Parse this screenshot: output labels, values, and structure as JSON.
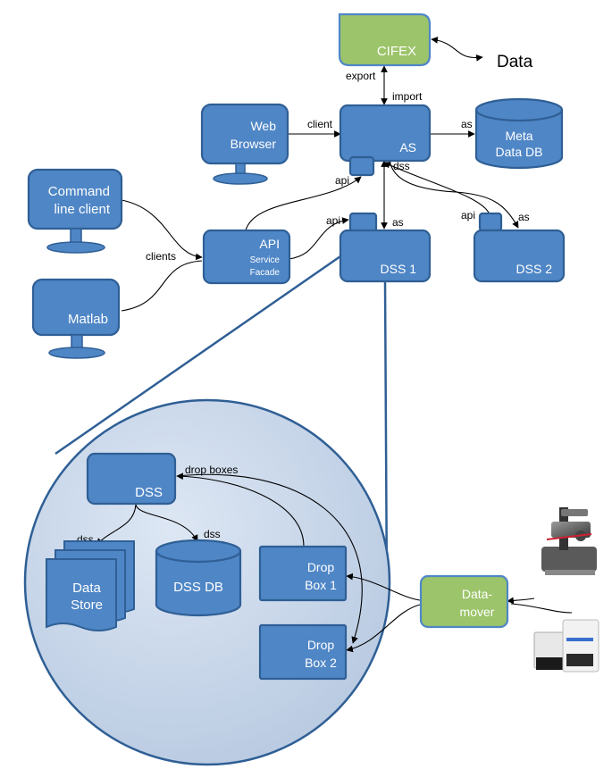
{
  "nodes": {
    "cifex": "CIFEX",
    "web_browser": [
      "Web",
      "Browser"
    ],
    "as": "AS",
    "meta_db": [
      "Meta",
      "Data DB"
    ],
    "cmd_client": [
      "Command",
      "line client"
    ],
    "matlab": "Matlab",
    "api_facade": [
      "API",
      "Service",
      "Facade"
    ],
    "dss1": "DSS 1",
    "dss2": "DSS 2",
    "dss": "DSS",
    "data_store": [
      "Data",
      "Store"
    ],
    "dss_db": "DSS DB",
    "drop_box1": [
      "Drop",
      "Box 1"
    ],
    "drop_box2": [
      "Drop",
      "Box 2"
    ],
    "datamover": [
      "Data-",
      "mover"
    ]
  },
  "labels": {
    "data": "Data",
    "export": "export",
    "import": "import",
    "client": "client",
    "as_meta": "as",
    "api_as": "api",
    "dss_as": "dss",
    "clients": "clients",
    "api_dss1": "api",
    "as_dss1": "as",
    "api_dss2": "api",
    "as_dss2": "as",
    "drop_boxes": "drop boxes",
    "dss_store": "dss",
    "dss_db": "dss"
  },
  "colors": {
    "box_fill": "#4f86c6",
    "box_stroke": "#2f5f95",
    "green_fill": "#9cc46a",
    "circle_fill": "#cfdcee"
  }
}
